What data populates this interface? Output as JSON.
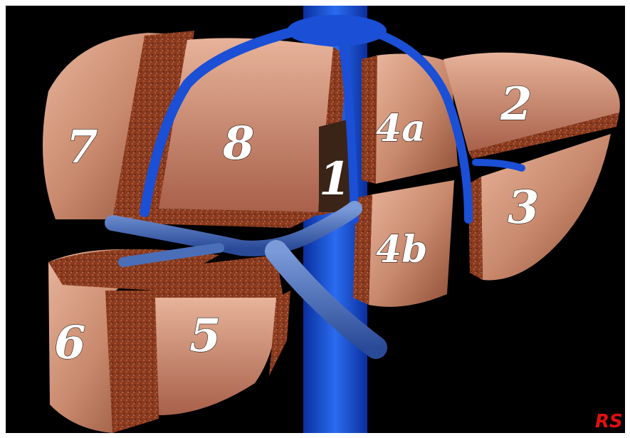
{
  "figure": {
    "segments": [
      {
        "id": "1",
        "label": "1"
      },
      {
        "id": "2",
        "label": "2"
      },
      {
        "id": "3",
        "label": "3"
      },
      {
        "id": "4a",
        "label": "4a"
      },
      {
        "id": "4b",
        "label": "4b"
      },
      {
        "id": "5",
        "label": "5"
      },
      {
        "id": "6",
        "label": "6"
      },
      {
        "id": "7",
        "label": "7"
      },
      {
        "id": "8",
        "label": "8"
      }
    ],
    "signature": "RS",
    "colors": {
      "background": "#000000",
      "parenchyma": "#c98a6e",
      "cut_surface": "#8a3a1e",
      "vessel": "#1a4fd6",
      "portal_vein": "#4a6fb8",
      "signature": "#e01010"
    }
  }
}
